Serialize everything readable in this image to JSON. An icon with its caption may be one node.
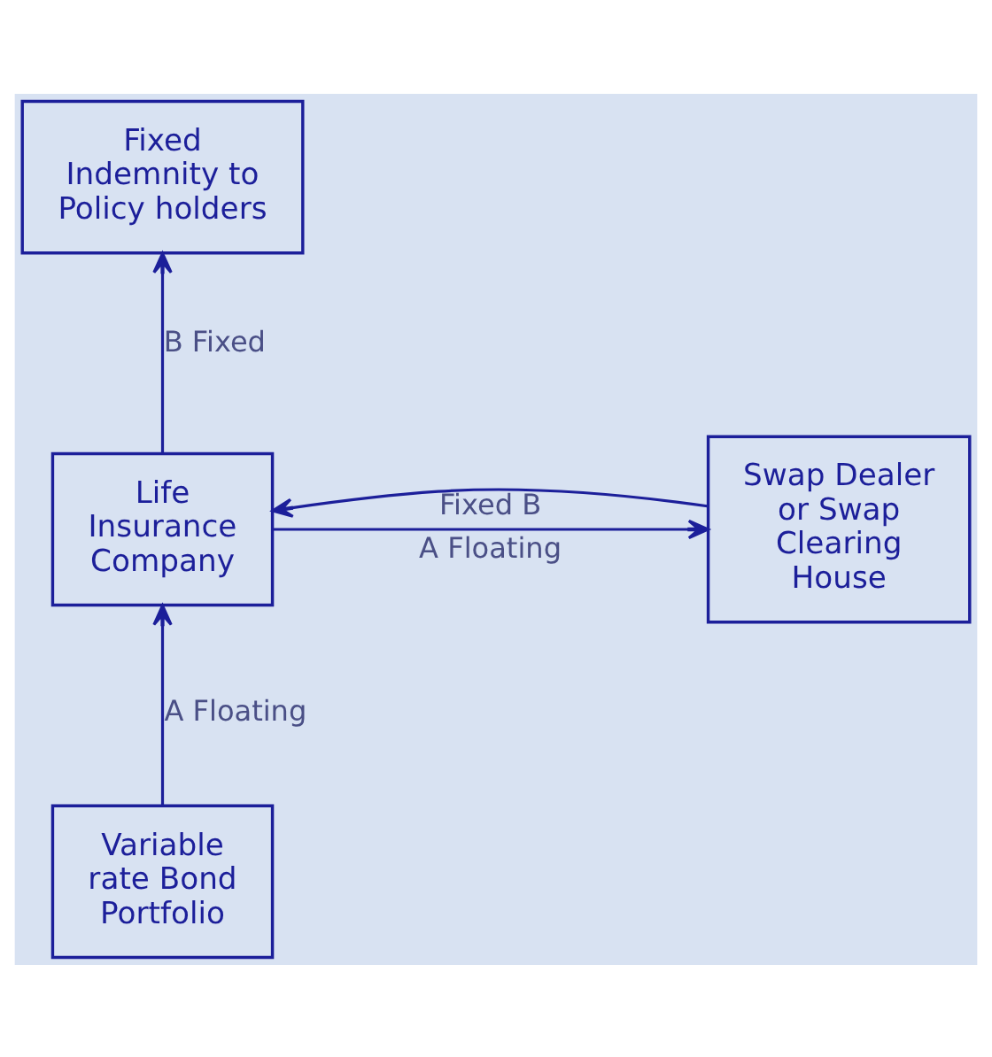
{
  "diagram": {
    "nodes": [
      {
        "text": [
          "Fixed Indemnity to Policy holders"
        ]
      },
      {
        "text": [
          "Life Insurance Company"
        ]
      },
      {
        "text": [
          "Swap Dealer or Swap Clearing House"
        ]
      },
      {
        "text": [
          "Variable rate Bond Portfolio"
        ]
      }
    ],
    "edges": [
      {
        "from": 1,
        "to": 0,
        "arrow": "to",
        "label": "B Fixed"
      },
      {
        "from": 2,
        "to": 1,
        "arrow": "to",
        "label": "Fixed B"
      },
      {
        "from": 1,
        "to": 2,
        "arrow": "to",
        "label": "A Floating"
      },
      {
        "from": 3,
        "to": 1,
        "arrow": "to",
        "label": "A Floating"
      }
    ]
  }
}
